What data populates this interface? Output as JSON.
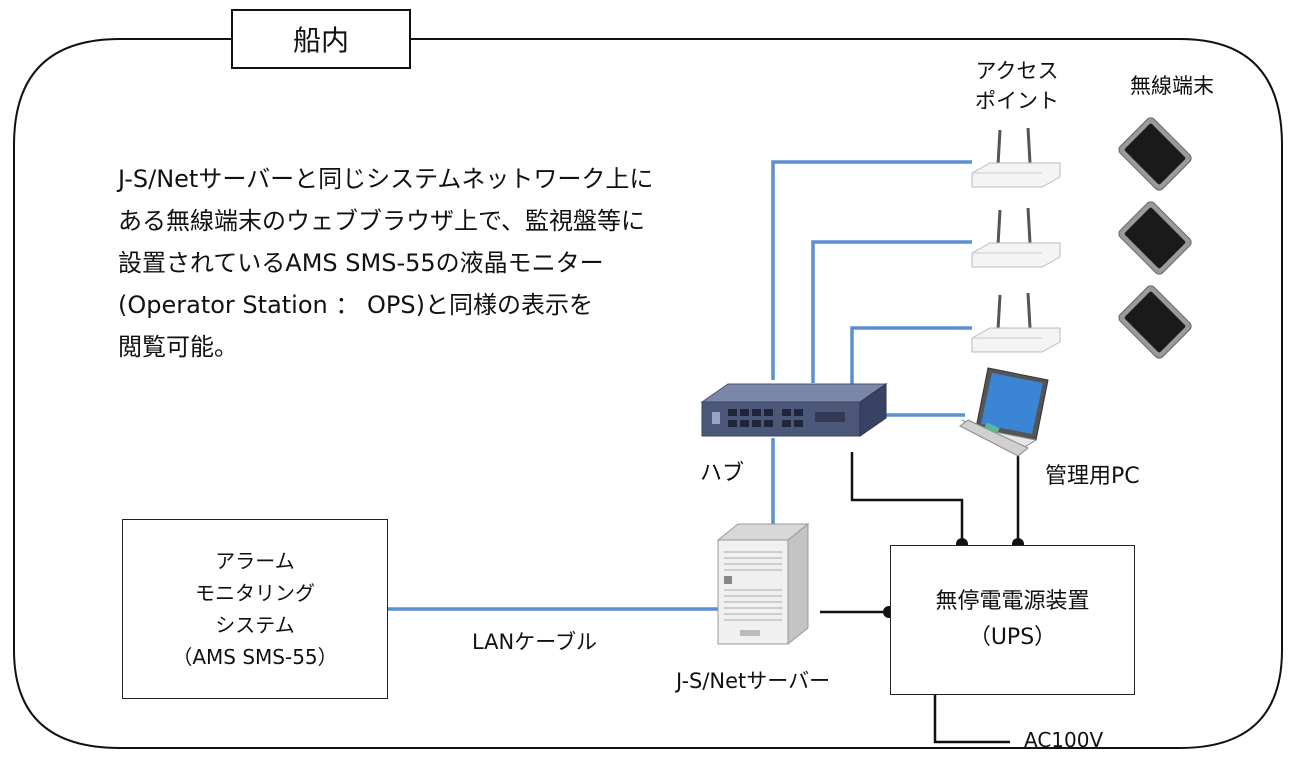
{
  "title": "船内",
  "description": [
    "J-S/Netサーバーと同じシステムネットワーク上に",
    "ある無線端末のウェブブラウザ上で、監視盤等に",
    "設置されているAMS SMS-55の液晶モニター",
    "(Operator Station ： OPS)と同様の表示を",
    "閲覧可能。"
  ],
  "labels": {
    "access_point": [
      "アクセス",
      "ポイント"
    ],
    "wireless_terminal": "無線端末",
    "hub": "ハブ",
    "admin_pc": "管理用PC",
    "server": "J-S/Netサーバー",
    "lan_cable": "LANケーブル",
    "ac": "AC100V"
  },
  "ams_box": [
    "アラーム",
    "モニタリング",
    "システム",
    "（AMS SMS-55）"
  ],
  "ups_box": [
    "無停電電源装置",
    "（UPS）"
  ],
  "colors": {
    "lan": "#5b8fd0",
    "power": "#111111",
    "frame": "#111111"
  }
}
